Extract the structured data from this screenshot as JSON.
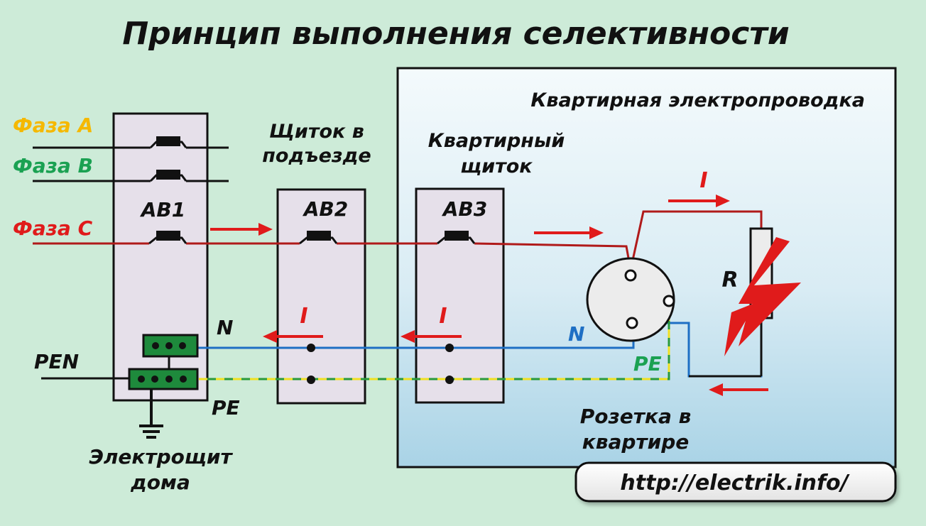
{
  "title": "Принцип выполнения селективности",
  "apartment_wiring_label": "Квартирная электропроводка",
  "phases": {
    "a": {
      "label": "Фаза А",
      "color": "#f5b800"
    },
    "b": {
      "label": "Фаза В",
      "color": "#1aa152"
    },
    "c": {
      "label": "Фаза С",
      "color": "#e01b1b"
    }
  },
  "panels": {
    "house": {
      "breaker": "АВ1",
      "caption_line1": "Электрощит",
      "caption_line2": "дома"
    },
    "entrance": {
      "breaker": "АВ2",
      "caption_line1": "Щиток в",
      "caption_line2": "подъезде"
    },
    "apartment": {
      "breaker": "АВ3",
      "caption_line1": "Квартирный",
      "caption_line2": "щиток"
    }
  },
  "conductors": {
    "pen": "PEN",
    "n_left": "N",
    "pe_left": "PE",
    "n_right": "N",
    "pe_right": "PE"
  },
  "current_labels": {
    "entrance": "I",
    "apartment": "I",
    "load": "I"
  },
  "load_label": "R",
  "socket_caption_line1": "Розетка в",
  "socket_caption_line2": "квартире",
  "url": "http://electrik.info/",
  "colors": {
    "phase_wire": "#b01a1a",
    "neutral_wire": "#1e6fc4",
    "pe_green": "#2a9a3a",
    "pe_yellow": "#f0e020",
    "arrow": "#e01b1b",
    "panel_fill": "#e6e0ea",
    "terminal_green": "#1e8a3c"
  }
}
